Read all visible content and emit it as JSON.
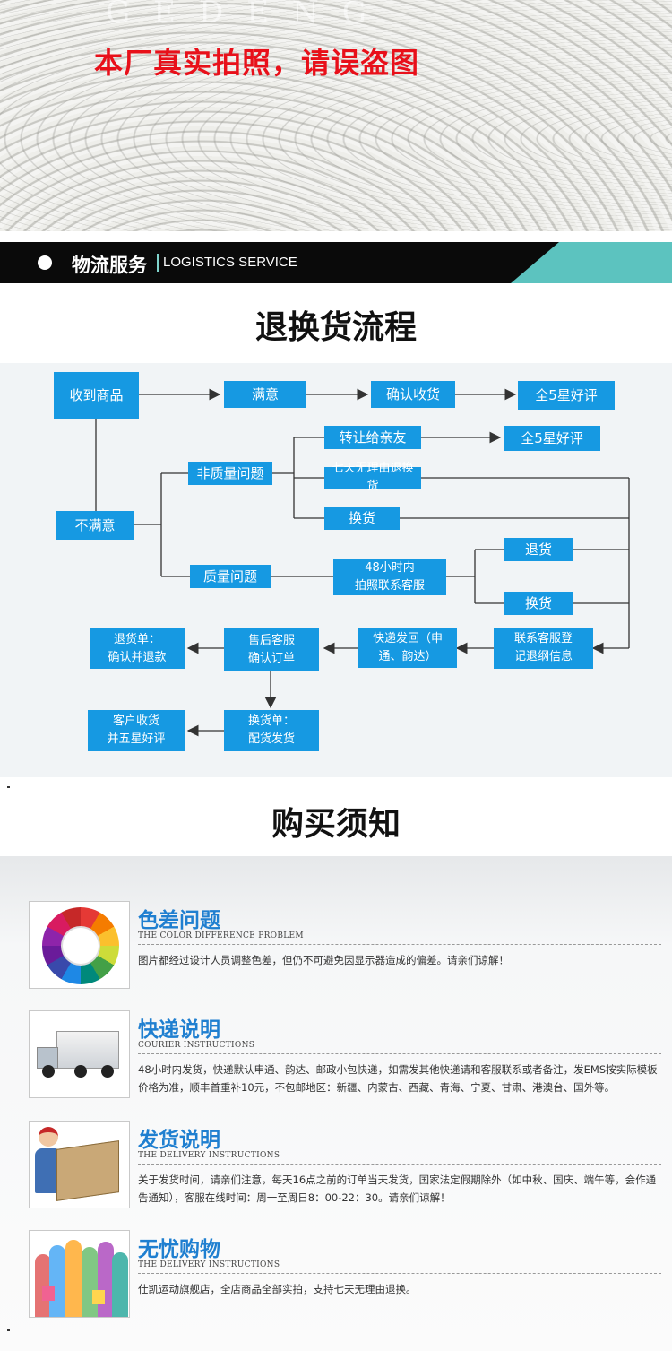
{
  "hero": {
    "watermark": "GEDENG",
    "warning": "本厂真实拍照，请误盗图"
  },
  "logistics": {
    "title_cn": "物流服务",
    "title_en": "LOGISTICS SERVICE"
  },
  "return_flow": {
    "title": "退换货流程",
    "boxes": {
      "receive": "收到商品",
      "satisfied": "满意",
      "confirm": "确认收货",
      "review1": "全5星好评",
      "transfer": "转让给亲友",
      "review2": "全5星好评",
      "non_quality": "非质量问题",
      "seven_day": "七天无理由退换货",
      "exchange1": "换货",
      "unsatisfied": "不满意",
      "quality": "质量问题",
      "photo_48h": "48小时内\n拍照联系客服",
      "refund": "退货",
      "exchange2": "换货",
      "contact": "联系客服登\n记退纲信息",
      "express": "快递发回（申\n通、韵达）",
      "aftersale": "售后客服\n确认订单",
      "return_slip": "退货单：\n确认并退款",
      "exchange_slip": "换货单：\n配货发货",
      "customer_receive": "客户收货\n并五星好评"
    }
  },
  "notice": {
    "title": "购买须知",
    "items": [
      {
        "title": "色差问题",
        "subtitle": "THE COLOR DIFFERENCE PROBLEM",
        "text": "图片都经过设计人员调整色差，但仍不可避免因显示器造成的偏差。请亲们谅解！",
        "icon": "color-wheel-icon"
      },
      {
        "title": "快递说明",
        "subtitle": "COURIER INSTRUCTIONS",
        "text": "48小时内发货，快递默认申通、韵达、邮政小包快递，如需发其他快递请和客服联系或者备注，发EMS按实际模板价格为准，顺丰首重补10元，不包邮地区：新疆、内蒙古、西藏、青海、宁夏、甘肃、港澳台、国外等。",
        "icon": "truck-icon"
      },
      {
        "title": "发货说明",
        "subtitle": "THE DELIVERY INSTRUCTIONS",
        "text": "关于发货时间，请亲们注意，每天16点之前的订单当天发货，国家法定假期除外（如中秋、国庆、端午等，会作通告通知），客服在线时间：周一至周日8：00-22：30。请亲们谅解！",
        "icon": "delivery-box-icon"
      },
      {
        "title": "无忧购物",
        "subtitle": "THE DELIVERY INSTRUCTIONS",
        "text": "仕凯运动旗舰店，全店商品全部实拍，支持七天无理由退换。",
        "icon": "shoppers-icon"
      }
    ]
  },
  "colors": {
    "flow_box": "#1699e2",
    "notice_title": "#1f7fd0",
    "warning_red": "#e8101a",
    "logistics_teal": "#5cc3bf"
  }
}
